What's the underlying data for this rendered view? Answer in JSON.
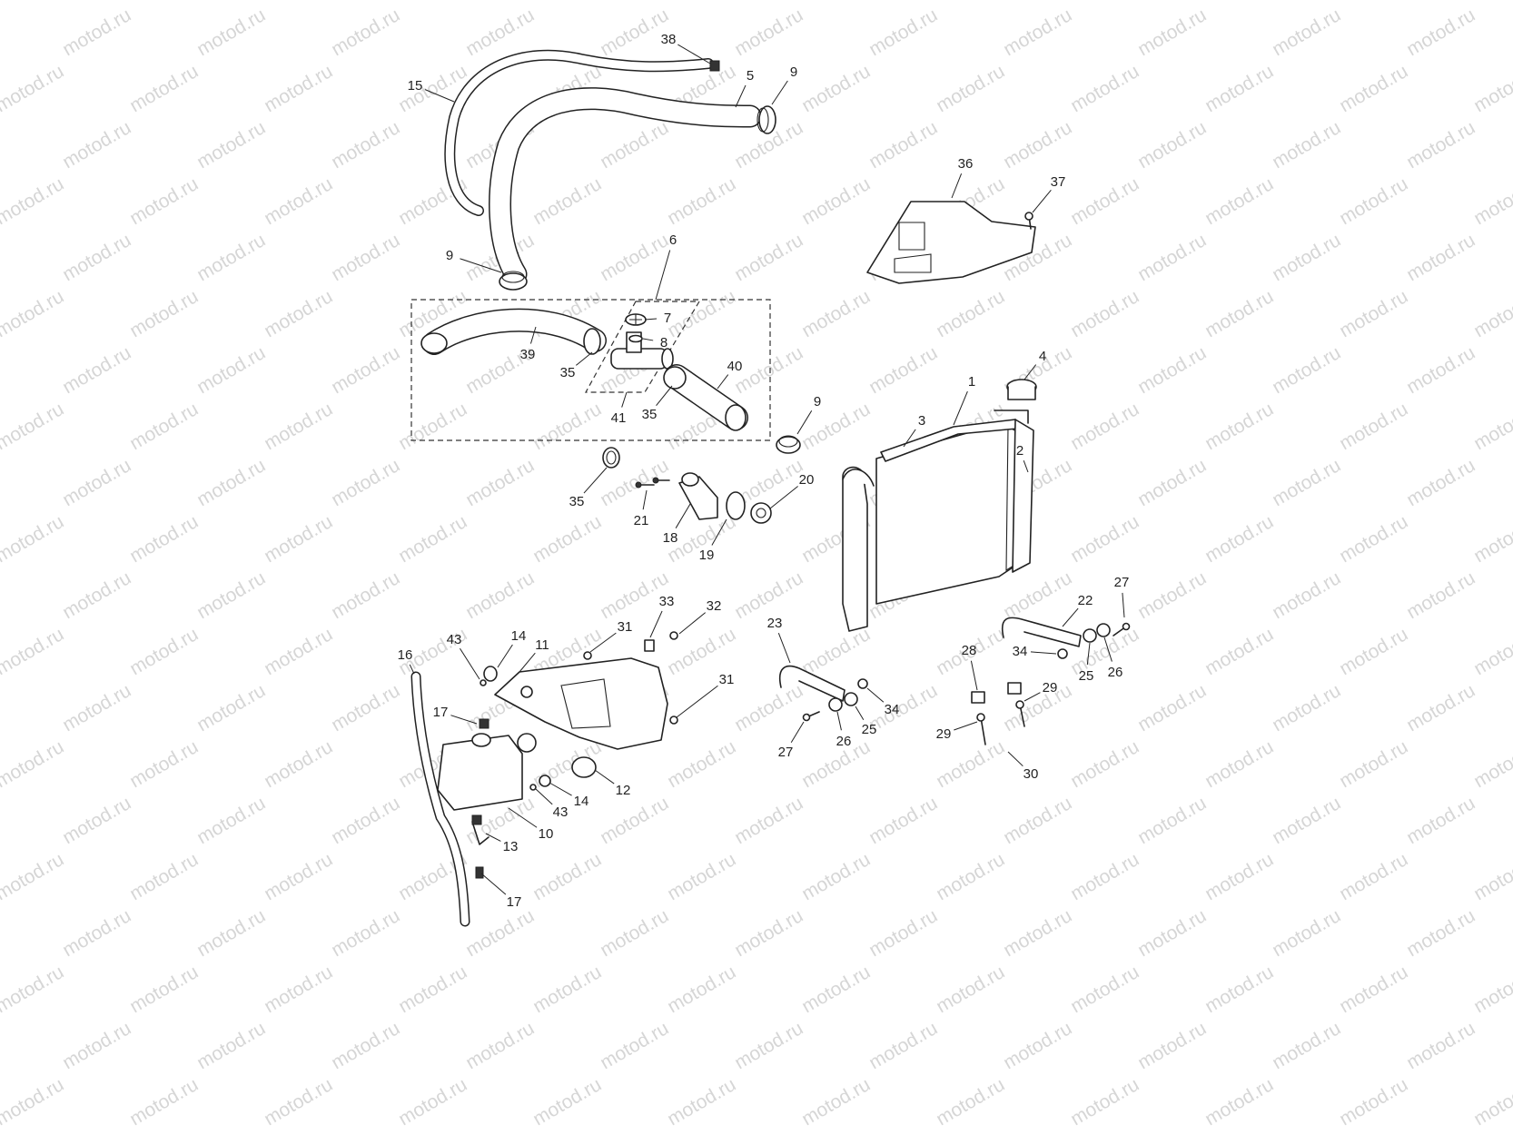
{
  "diagram": {
    "watermark_text": "motod.ru",
    "line_color": "#222222",
    "watermark_color": "#d6d6d6",
    "callouts": [
      "1",
      "2",
      "3",
      "4",
      "5",
      "6",
      "7",
      "8",
      "9",
      "9",
      "9",
      "10",
      "11",
      "12",
      "13",
      "14",
      "14",
      "15",
      "16",
      "17",
      "17",
      "18",
      "19",
      "20",
      "21",
      "22",
      "23",
      "25",
      "25",
      "26",
      "26",
      "27",
      "27",
      "28",
      "29",
      "29",
      "30",
      "31",
      "31",
      "32",
      "33",
      "34",
      "34",
      "35",
      "35",
      "35",
      "36",
      "37",
      "38",
      "39",
      "40",
      "41",
      "43",
      "43"
    ]
  }
}
